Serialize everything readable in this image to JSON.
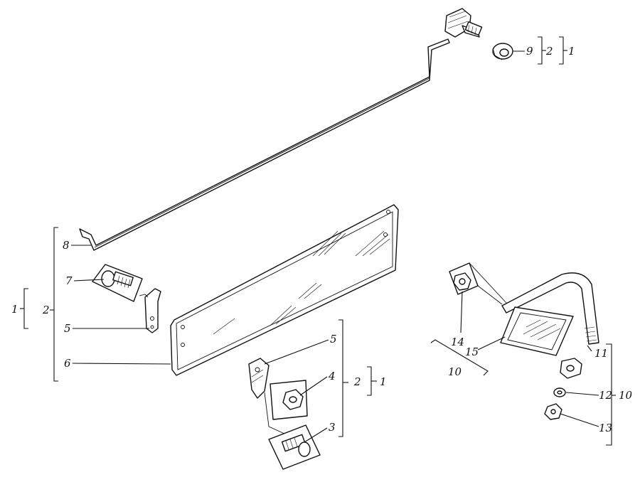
{
  "drawing": {
    "colors": {
      "ink": "#111111",
      "paper": "#ffffff"
    },
    "callouts": [
      {
        "id": "c-9",
        "text": "9"
      },
      {
        "id": "c-2a",
        "text": "2"
      },
      {
        "id": "c-1a",
        "text": "1"
      },
      {
        "id": "c-8",
        "text": "8"
      },
      {
        "id": "c-7",
        "text": "7"
      },
      {
        "id": "c-1b",
        "text": "1"
      },
      {
        "id": "c-2b",
        "text": "2"
      },
      {
        "id": "c-5a",
        "text": "5"
      },
      {
        "id": "c-6",
        "text": "6"
      },
      {
        "id": "c-5b",
        "text": "5"
      },
      {
        "id": "c-4",
        "text": "4"
      },
      {
        "id": "c-2c",
        "text": "2"
      },
      {
        "id": "c-1c",
        "text": "1"
      },
      {
        "id": "c-3",
        "text": "3"
      },
      {
        "id": "c-14",
        "text": "14"
      },
      {
        "id": "c-15",
        "text": "15"
      },
      {
        "id": "c-10a",
        "text": "10"
      },
      {
        "id": "c-11",
        "text": "11"
      },
      {
        "id": "c-12",
        "text": "12"
      },
      {
        "id": "c-10b",
        "text": "10"
      },
      {
        "id": "c-13",
        "text": "13"
      }
    ]
  }
}
